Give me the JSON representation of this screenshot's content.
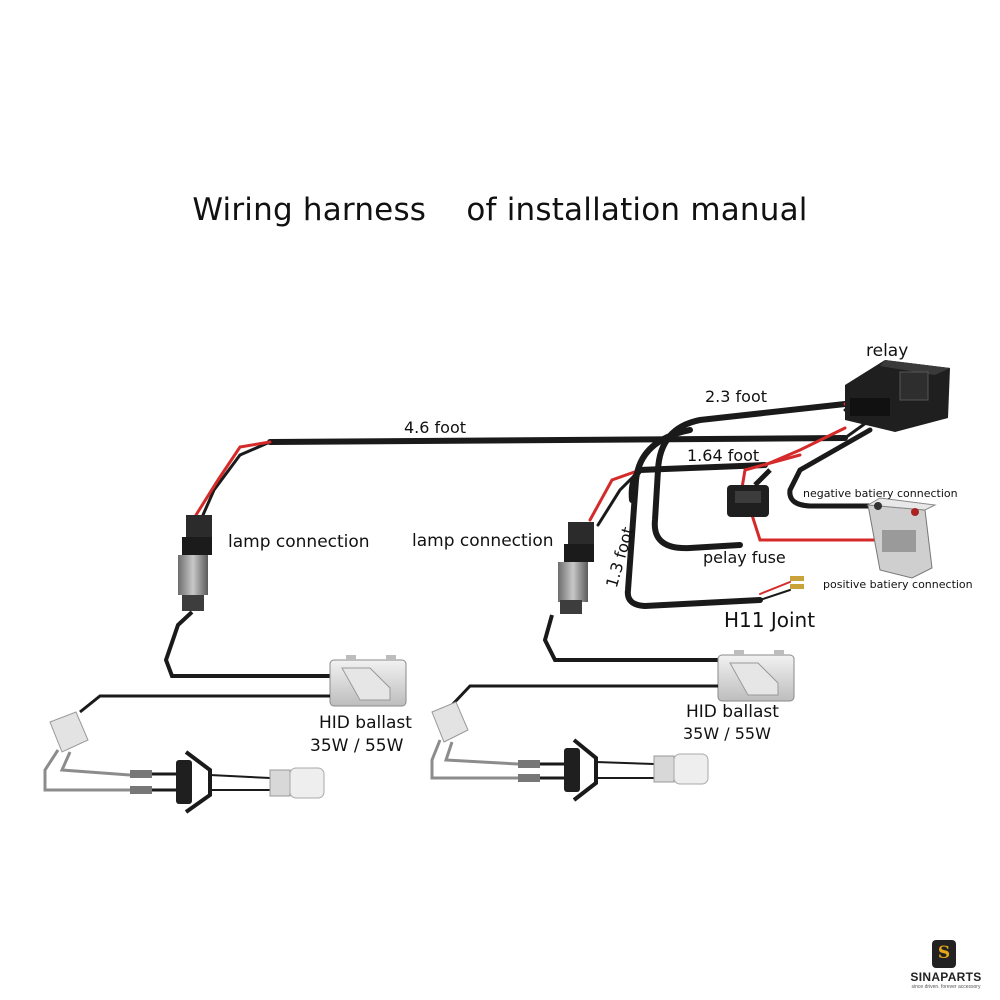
{
  "title": "Wiring harness    of installation manual",
  "labels": {
    "relay": "relay",
    "len_2_3": "2.3 foot",
    "len_4_6": "4.6 foot",
    "len_1_64": "1.64 foot",
    "len_1_3": "1.3 foot",
    "negative": "negative batiery connection",
    "positive": "positive batiery connection",
    "fuse": "pelay fuse",
    "h11": "H11 Joint",
    "lamp_left": "lamp connection",
    "lamp_right": "lamp connection",
    "ballast_left": "HID ballast",
    "watts_left": "35W / 55W",
    "ballast_right": "HID ballast",
    "watts_right": "35W / 55W"
  },
  "logo": {
    "name": "SINAPARTS",
    "tagline": "since driven. forever accessory"
  },
  "colors": {
    "wire_black": "#1a1a1a",
    "wire_red": "#d42a2a",
    "wire_gray": "#8c8c8c",
    "component": "#d9d9d9",
    "logo_accent": "#e6a817"
  }
}
